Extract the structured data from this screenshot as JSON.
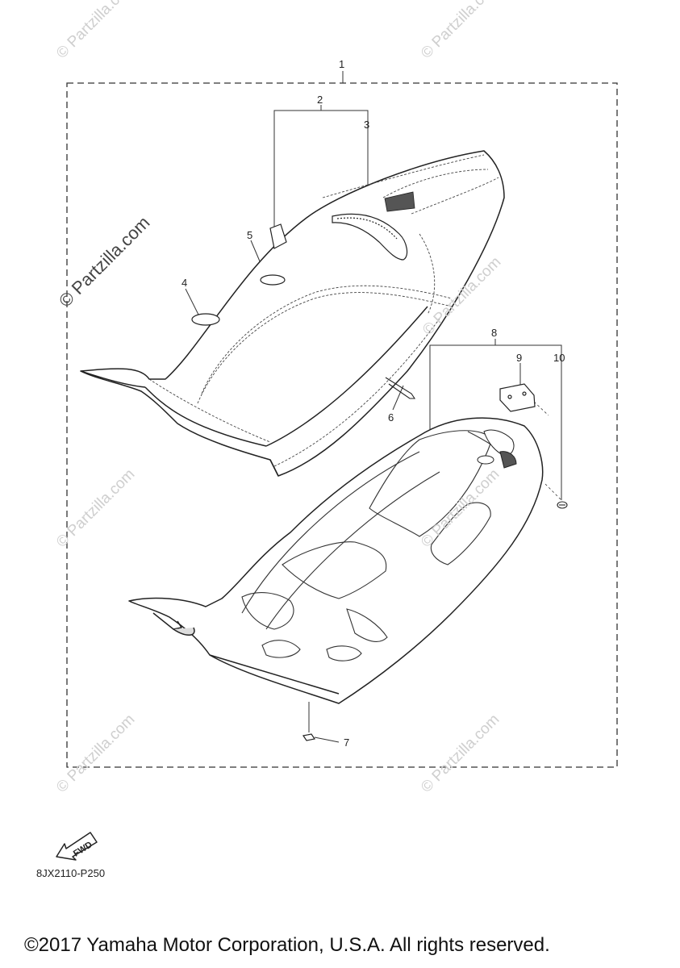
{
  "callouts": [
    "1",
    "2",
    "3",
    "4",
    "5",
    "6",
    "7",
    "8",
    "9",
    "10"
  ],
  "watermark": "© Partzilla.com",
  "fwd_label": "FWD",
  "part_code": "8JX2110-P250",
  "copyright": "©2017 Yamaha Motor Corporation, U.S.A. All rights reserved."
}
